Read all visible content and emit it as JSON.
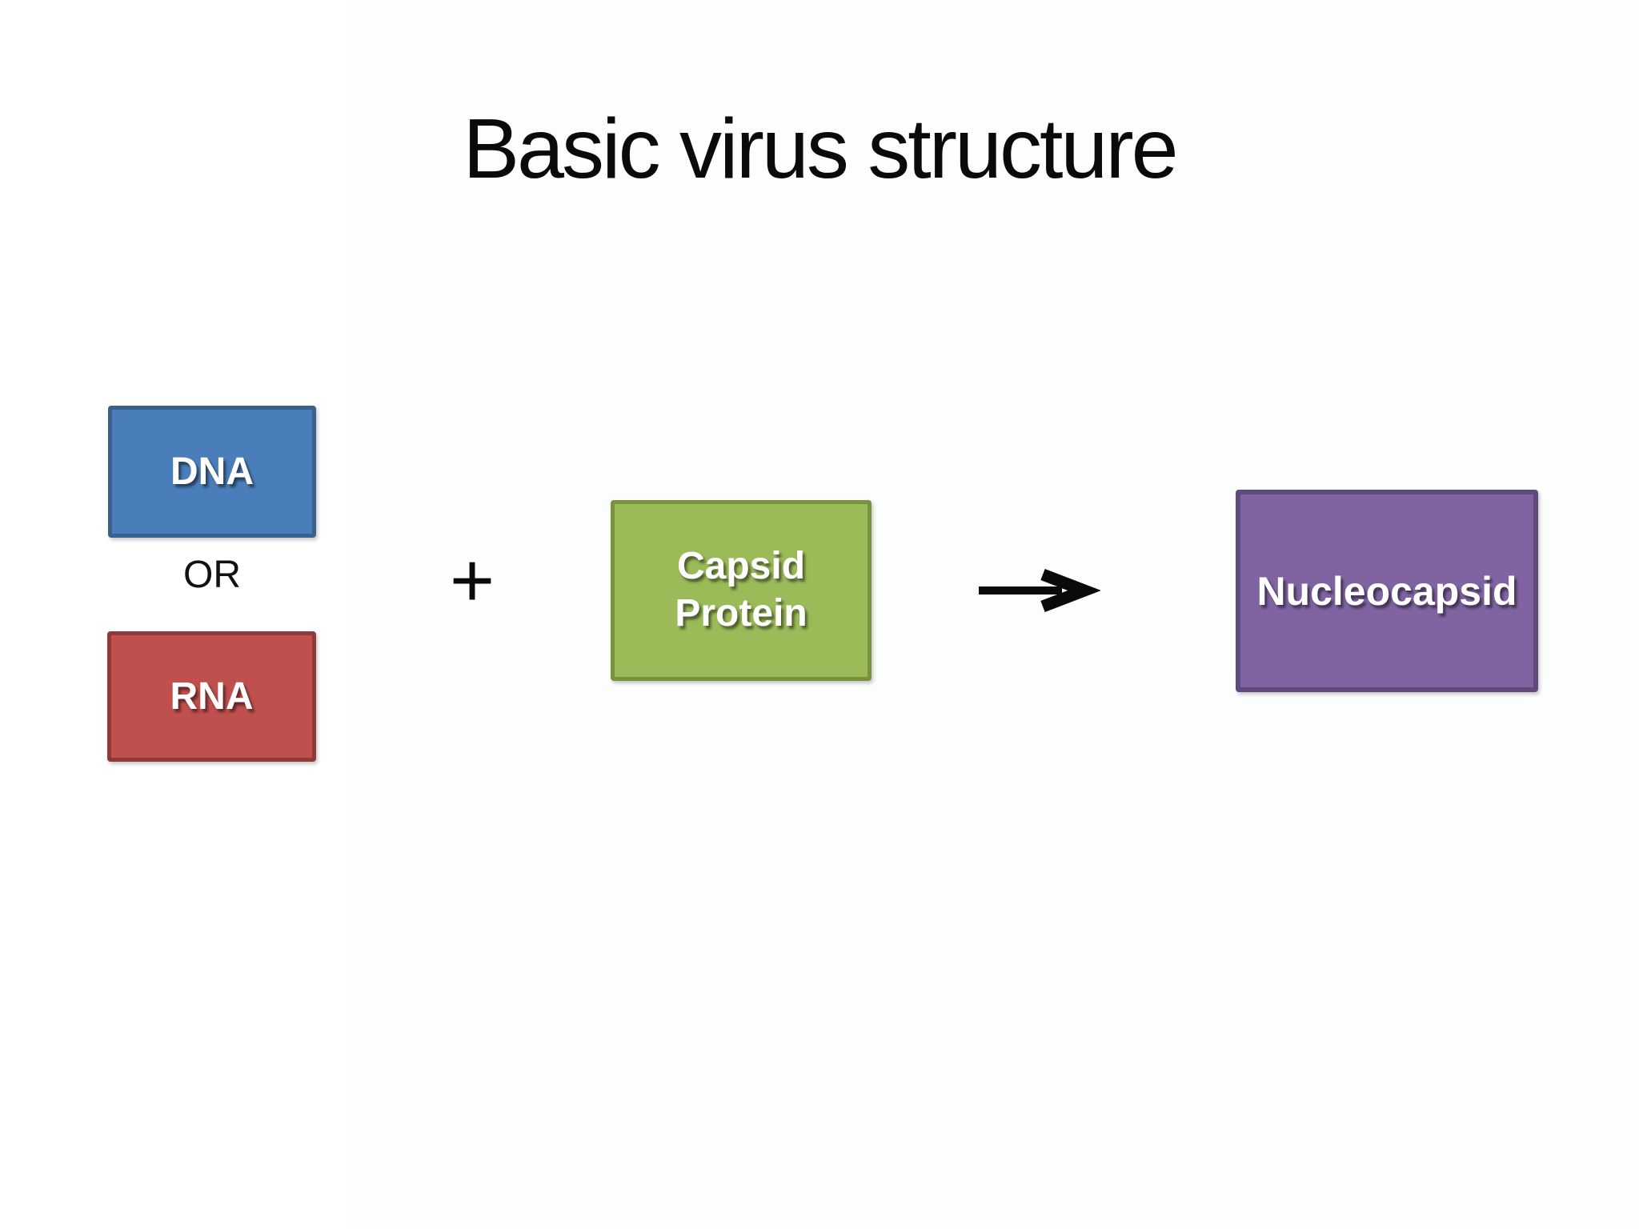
{
  "slide": {
    "title": "Basic virus structure",
    "title_color": "#0a0a0a",
    "background_color": "#ffffff"
  },
  "diagram": {
    "dna": {
      "label": "DNA",
      "fill": "#4A7EBA",
      "border": "#3A618E"
    },
    "or_label": "OR",
    "rna": {
      "label": "RNA",
      "fill": "#C0504D",
      "border": "#8E3A37"
    },
    "plus_sign": "+",
    "capsid": {
      "label": "Capsid Protein",
      "fill": "#9BBB59",
      "border": "#79923E"
    },
    "arrow": {
      "color": "#0A0A0A"
    },
    "nucleocapsid": {
      "label": "Nucleocapsid",
      "fill": "#8064A2",
      "border": "#5E4B7B"
    },
    "label_text_color": "#FFFFFF"
  }
}
